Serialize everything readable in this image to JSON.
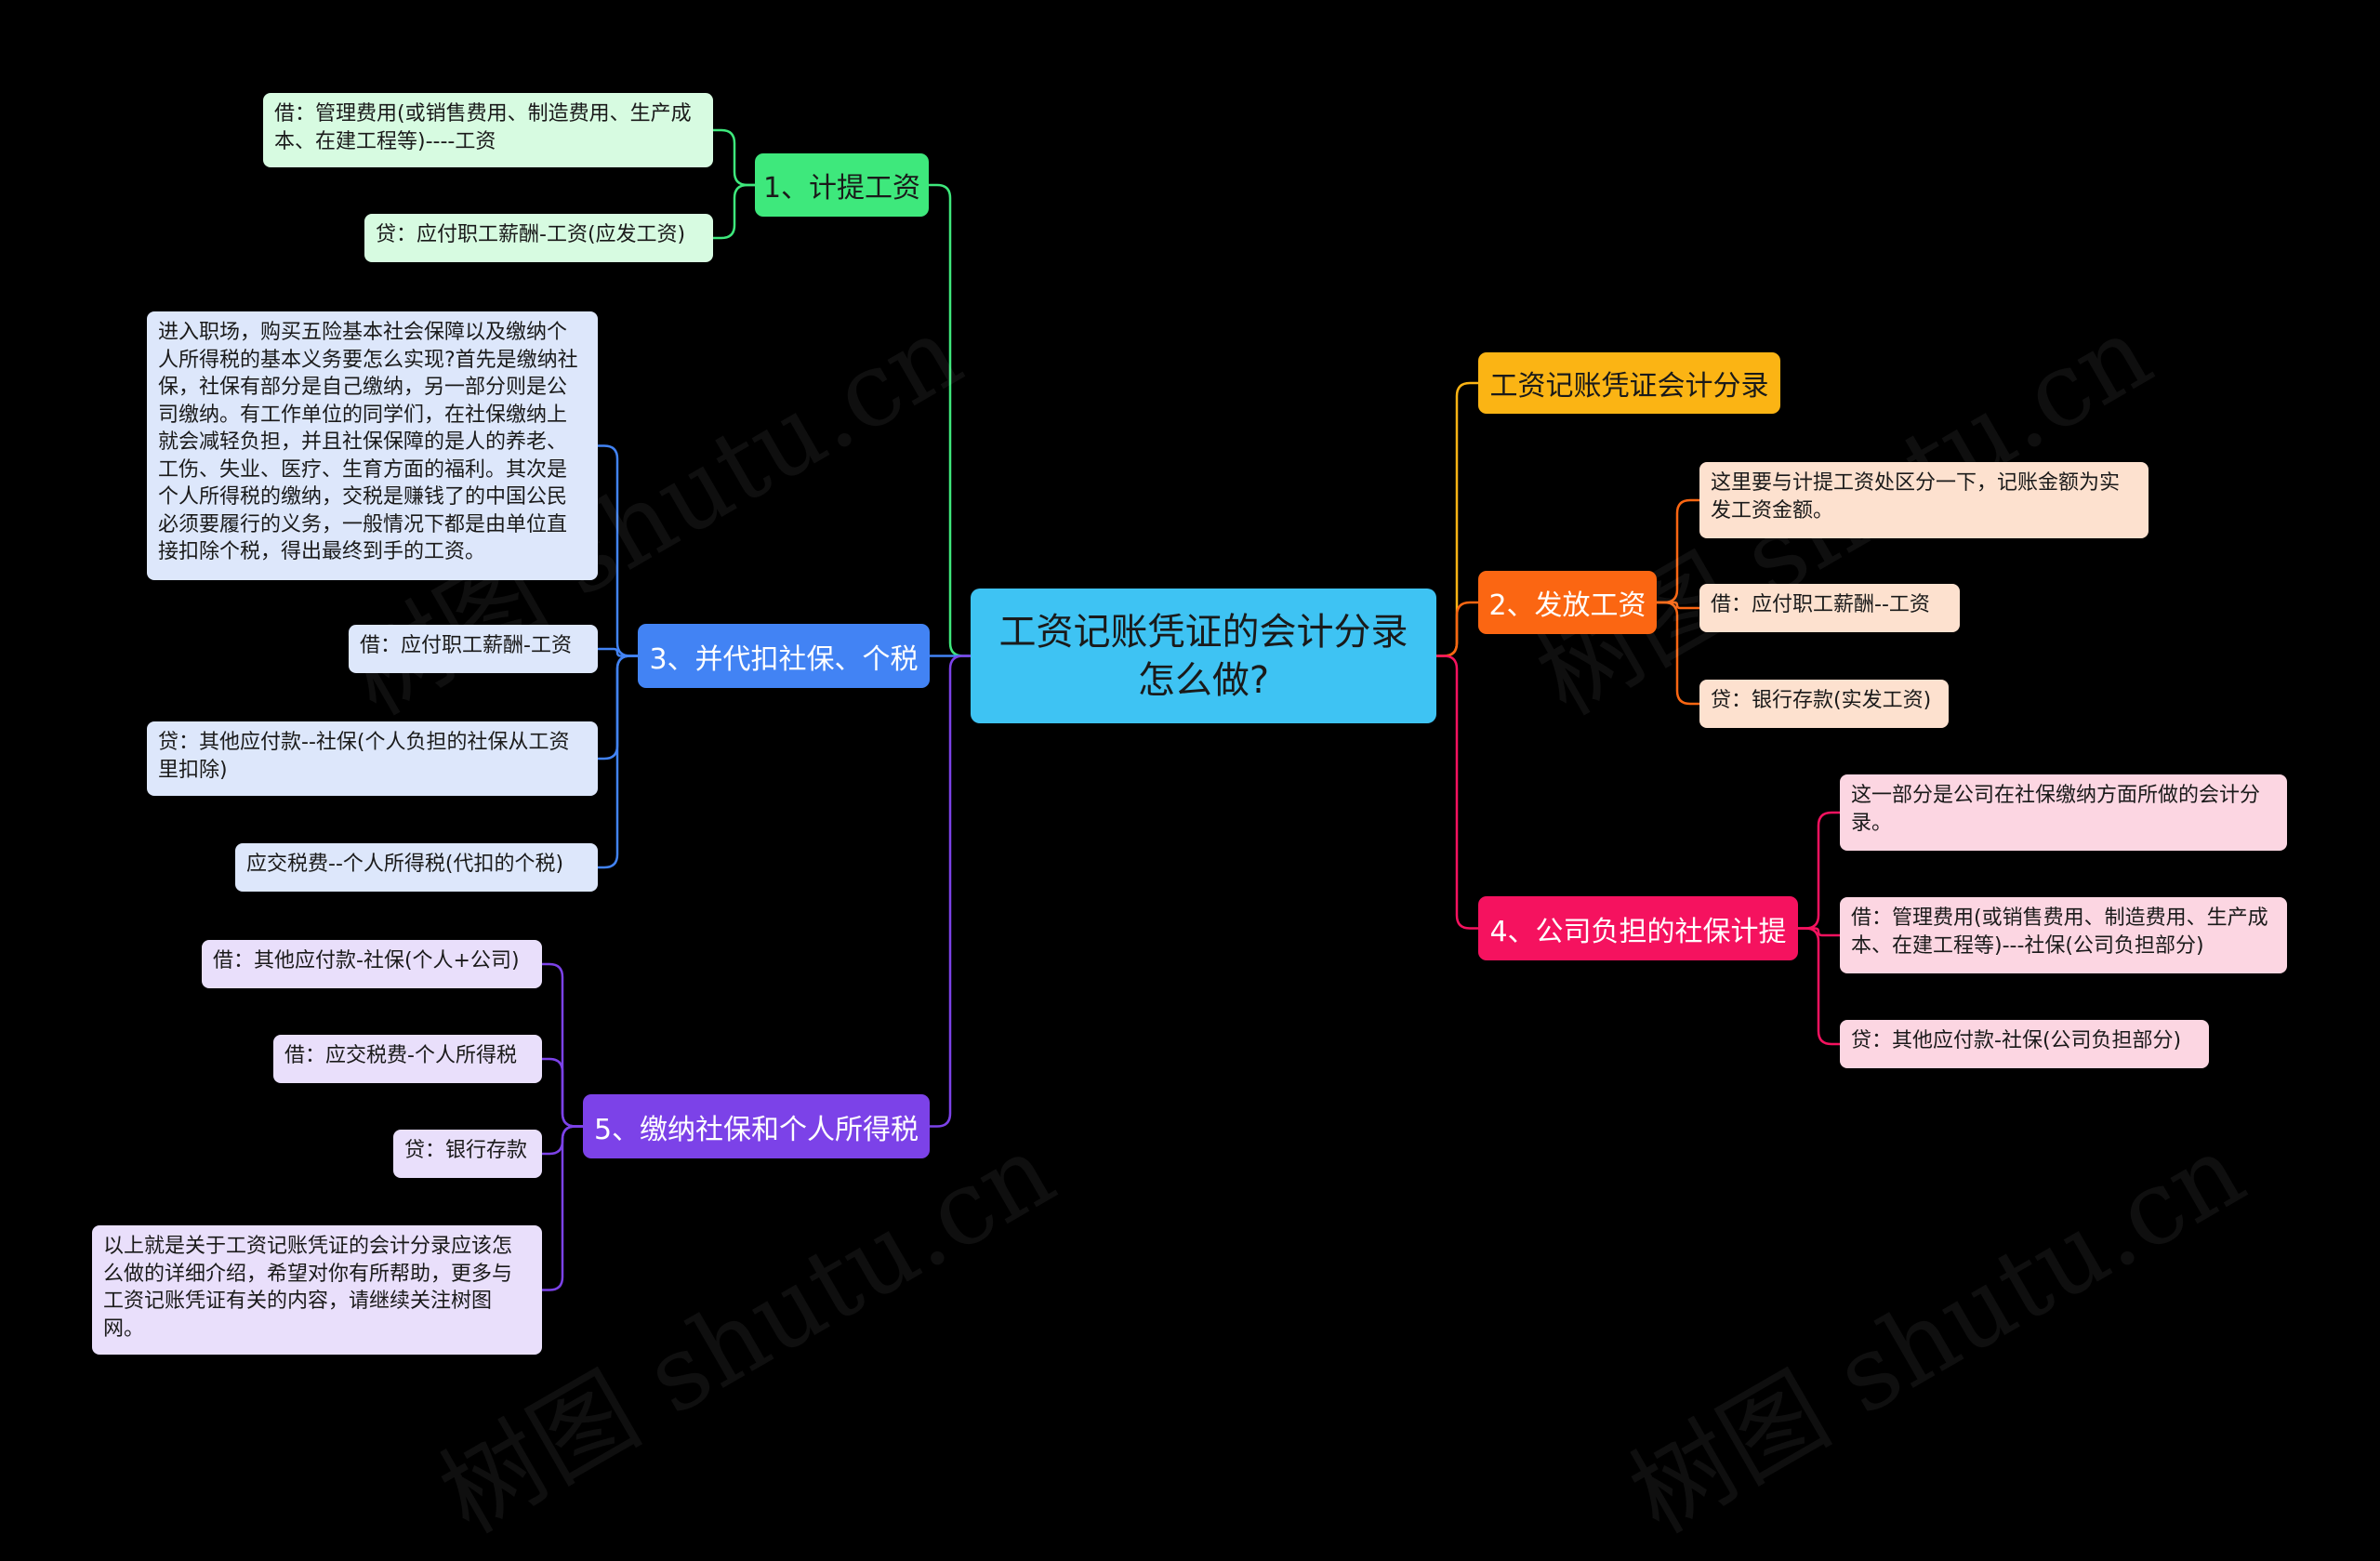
{
  "root": {
    "title": "工资记账凭证的会计分录怎么做?",
    "color": "#3ec3f3",
    "text_color": "#1a1a1a"
  },
  "branches": [
    {
      "id": "b1",
      "label": "1、计提工资",
      "color": "#3ee87c",
      "text_color": "#1a1a1a",
      "leaves": [
        {
          "text": "借：管理费用(或销售费用、制造费用、生产成本、在建工程等)----工资",
          "color": "#d7fbe1"
        },
        {
          "text": "贷：应付职工薪酬-工资(应发工资)",
          "color": "#d7fbe1"
        }
      ]
    },
    {
      "id": "b3",
      "label": "3、并代扣社保、个税",
      "color": "#4283f4",
      "text_color": "#ffffff",
      "leaves": [
        {
          "text": "进入职场，购买五险基本社会保障以及缴纳个人所得税的基本义务要怎么实现?首先是缴纳社保，社保有部分是自己缴纳，另一部分则是公司缴纳。有工作单位的同学们，在社保缴纳上就会减轻负担，并且社保保障的是人的养老、工伤、失业、医疗、生育方面的福利。其次是个人所得税的缴纳，交税是赚钱了的中国公民必须要履行的义务，一般情况下都是由单位直接扣除个税，得出最终到手的工资。",
          "color": "#dde7fb"
        },
        {
          "text": "借：应付职工薪酬-工资",
          "color": "#dde7fb"
        },
        {
          "text": "贷：其他应付款--社保(个人负担的社保从工资里扣除)",
          "color": "#dde7fb"
        },
        {
          "text": "应交税费--个人所得税(代扣的个税)",
          "color": "#dde7fb"
        }
      ]
    },
    {
      "id": "b5",
      "label": "5、缴纳社保和个人所得税",
      "color": "#7c42e8",
      "text_color": "#ffffff",
      "leaves": [
        {
          "text": "借：其他应付款-社保(个人+公司)",
          "color": "#e9dffb"
        },
        {
          "text": "借：应交税费-个人所得税",
          "color": "#e9dffb"
        },
        {
          "text": "贷：银行存款",
          "color": "#e9dffb"
        },
        {
          "text": "以上就是关于工资记账凭证的会计分录应该怎么做的详细介绍，希望对你有所帮助，更多与工资记账凭证有关的内容，请继续关注树图网。",
          "color": "#e9dffb"
        }
      ]
    },
    {
      "id": "b0",
      "label": "工资记账凭证会计分录",
      "color": "#fbb414",
      "text_color": "#1a1a1a",
      "leaves": []
    },
    {
      "id": "b2",
      "label": "2、发放工资",
      "color": "#fb6612",
      "text_color": "#ffffff",
      "leaves": [
        {
          "text": "这里要与计提工资处区分一下，记账金额为实发工资金额。",
          "color": "#fde1cf"
        },
        {
          "text": "借：应付职工薪酬--工资",
          "color": "#fde1cf"
        },
        {
          "text": "贷：银行存款(实发工资)",
          "color": "#fde1cf"
        }
      ]
    },
    {
      "id": "b4",
      "label": "4、公司负担的社保计提",
      "color": "#f5125f",
      "text_color": "#ffffff",
      "leaves": [
        {
          "text": "这一部分是公司在社保缴纳方面所做的会计分录。",
          "color": "#fcd6e2"
        },
        {
          "text": "借：管理费用(或销售费用、制造费用、生产成本、在建工程等)---社保(公司负担部分)",
          "color": "#fcd6e2"
        },
        {
          "text": "贷：其他应付款-社保(公司负担部分)",
          "color": "#fcd6e2"
        }
      ]
    }
  ],
  "watermark": "树图 shutu.cn"
}
